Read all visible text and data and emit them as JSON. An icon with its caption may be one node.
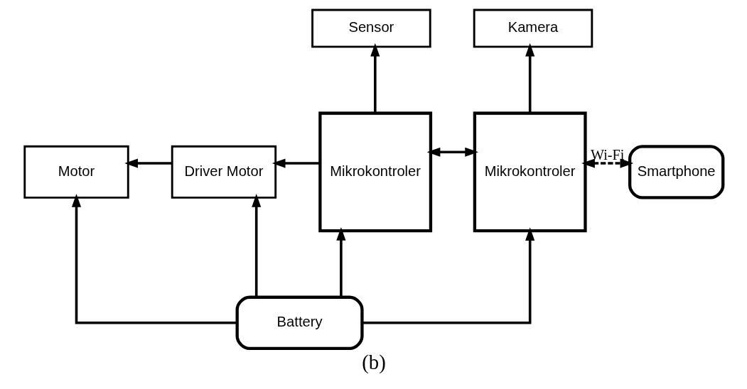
{
  "diagram": {
    "caption": "(b)",
    "nodes": [
      {
        "text": [
          "Sensor"
        ]
      },
      {
        "text": [
          "Kamera"
        ]
      },
      {
        "text": [
          "Motor"
        ]
      },
      {
        "text": [
          "Driver Motor"
        ]
      },
      {
        "text": [
          "Mikrokontroler"
        ]
      },
      {
        "text": [
          "Mikrokontroler"
        ]
      },
      {
        "text": [
          "Smartphone"
        ]
      },
      {
        "text": [
          "Battery"
        ]
      }
    ],
    "edges": [
      {
        "from": 4,
        "to": 0,
        "arrow": "to"
      },
      {
        "from": 5,
        "to": 1,
        "arrow": "to"
      },
      {
        "from": 3,
        "to": 2,
        "arrow": "to"
      },
      {
        "from": 4,
        "to": 3,
        "arrow": "to"
      },
      {
        "from": 4,
        "to": 5,
        "arrow": "both"
      },
      {
        "from": 5,
        "to": 6,
        "arrow": "both",
        "label": "Wi-Fi",
        "style": "dashed"
      },
      {
        "from": 7,
        "to": 2,
        "arrow": "to"
      },
      {
        "from": 7,
        "to": 3,
        "arrow": "to"
      },
      {
        "from": 7,
        "to": 4,
        "arrow": "to"
      },
      {
        "from": 7,
        "to": 5,
        "arrow": "to"
      }
    ]
  }
}
